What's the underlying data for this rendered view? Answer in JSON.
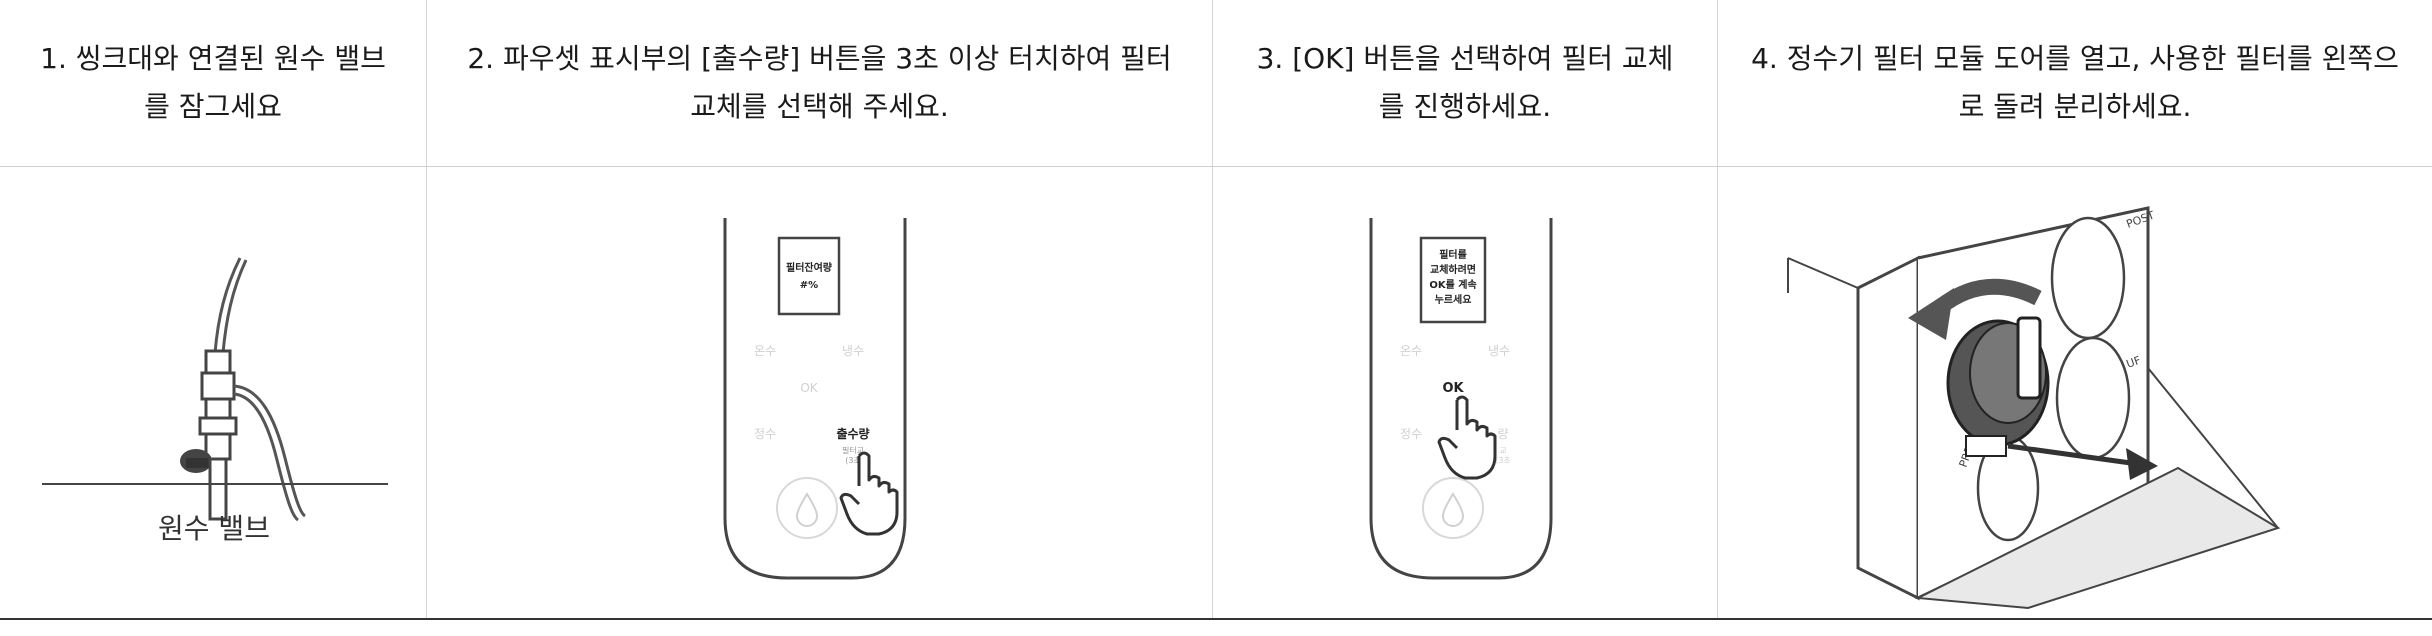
{
  "steps": [
    {
      "text": "1. 씽크대와 연결된 원수 밸브\n를 잠그세요"
    },
    {
      "text": "2. 파우셋 표시부의 [출수량] 버튼을 3초 이상 터치하여 필터\n교체를 선택해 주세요."
    },
    {
      "text": "3. [OK] 버튼을 선택하여 필터 교체\n를 진행하세요."
    },
    {
      "text": "4. 정수기 필터 모듈 도어를 열고, 사용한 필터를 왼쪽으\n로 돌려 분리하세요."
    }
  ],
  "illus1": {
    "caption": "원수 밸브"
  },
  "illus2": {
    "display": [
      "필터잔여량",
      "#%"
    ],
    "btn_hot": "온수",
    "btn_cold": "냉수",
    "btn_ok": "OK",
    "btn_pure": "정수",
    "btn_amount": "출수량",
    "btn_amount_sub": [
      "필터교",
      "(3초"
    ]
  },
  "illus3": {
    "display": [
      "필터를",
      "교체하려면",
      "OK를 계속",
      "누르세요"
    ],
    "btn_hot": "온수",
    "btn_cold": "냉수",
    "btn_ok": "OK",
    "btn_pure": "정수",
    "btn_amount": "량",
    "btn_amount_sub": [
      "교",
      "(3초"
    ]
  },
  "illus4": {
    "label_post": "POST",
    "label_uf": "UF",
    "label_pre": "PRE"
  },
  "colors": {
    "line": "#444444",
    "faint": "#c8c8c8",
    "accent": "#1a1a1a"
  }
}
